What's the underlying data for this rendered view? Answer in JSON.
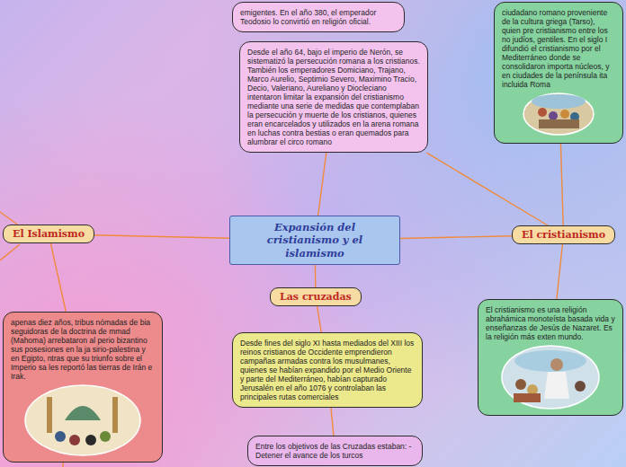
{
  "diagram": {
    "nodes": [
      {
        "text": [
          "Expansión del cristianismo y el islamismo"
        ]
      },
      {
        "text": [
          "emigentes. En el año 380, el emperador Teodosio lo convirtió en religión oficial."
        ]
      },
      {
        "text": [
          "ciudadano romano proveniente de la cultura griega (Tarso), quien pre cristianismo entre los no judíos, gentiles. En el siglo I difundió el cristianismo por el Mediterráneo donde se consolidaron importa núcleos, y en ciudades de la península ita incluida Roma"
        ]
      },
      {
        "text": [
          "Desde el año 64, bajo el imperio de Nerón, se sistematizó la persecución romana a los cristianos. También los emperadores Domiciano, Trajano, Marco Aurelio, Septimio Severo, Maximino Tracio, Decio, Valeriano, Aureliano y Diocleciano intentaron limitar la expansión del cristianismo mediante una serie de medidas que contemplaban la persecución y muerte de los cristianos, quienes eran encarcelados y utilizados en la arena romana en luchas contra bestias o eran quemados para alumbrar el circo romano"
        ]
      },
      {
        "text": [
          "El Islamismo"
        ]
      },
      {
        "text": [
          "El cristianismo"
        ]
      },
      {
        "text": [
          "Las cruzadas"
        ]
      },
      {
        "text": [
          "apenas diez años, tribus nómadas de bia seguidoras de la doctrina de mmad (Mahoma) arrebataron al perio bizantino sus posesiones en la ja sirio-palestina y en Egipto, ntras que su triunfo sobre el Imperio sa les reportó las tierras de Irán e Irak."
        ]
      },
      {
        "text": [
          "El cristianismo es una religión abrahámica monoteísta basada vida y enseñanzas de Jesús de Nazaret. Es la religión más exten mundo."
        ]
      },
      {
        "text": [
          "Desde fines del siglo XI hasta mediados del XIII los reinos cristianos de Occidente emprendieron campañas armadas contra los musulmanes, quienes se habían expandido por el Medio Oriente y parte del Mediterráneo, habían capturado Jerusalén en el año 1076 y controlaban las principales rutas comerciales"
        ]
      },
      {
        "text": [
          "Entre los objetivos de las Cruzadas estaban: - Detener el avance de los turcos"
        ]
      }
    ],
    "edges": [
      {
        "from": 0,
        "to": 4,
        "arrow": "none"
      },
      {
        "from": 0,
        "to": 6,
        "arrow": "none"
      },
      {
        "from": 0,
        "to": 5,
        "arrow": "none"
      },
      {
        "from": 0,
        "to": 3,
        "arrow": "none"
      },
      {
        "from": 5,
        "to": 2,
        "arrow": "none"
      },
      {
        "from": 5,
        "to": 3,
        "arrow": "none"
      },
      {
        "from": 5,
        "to": 8,
        "arrow": "none"
      },
      {
        "from": 4,
        "to": 7,
        "arrow": "none"
      },
      {
        "from": 6,
        "to": 9,
        "arrow": "none"
      },
      {
        "from": 9,
        "to": 10,
        "arrow": "none"
      }
    ]
  }
}
